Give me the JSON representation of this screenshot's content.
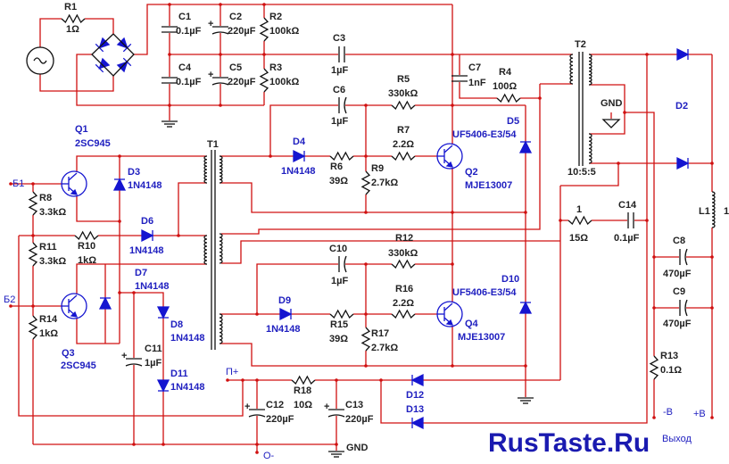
{
  "labels": {
    "R1": {
      "ref": "R1",
      "value": "1Ω"
    },
    "C1": {
      "ref": "C1",
      "value": "0.1µF"
    },
    "C2": {
      "ref": "C2",
      "value": "220µF"
    },
    "R2": {
      "ref": "R2",
      "value": "100kΩ"
    },
    "C4": {
      "ref": "C4",
      "value": "0.1µF"
    },
    "C5": {
      "ref": "C5",
      "value": "220µF"
    },
    "R3": {
      "ref": "R3",
      "value": "100kΩ"
    },
    "C3": {
      "ref": "C3",
      "value": "1µF"
    },
    "C6": {
      "ref": "C6",
      "value": "1µF"
    },
    "C7": {
      "ref": "C7",
      "value": "1nF"
    },
    "R4": {
      "ref": "R4",
      "value": "100Ω"
    },
    "R5": {
      "ref": "R5",
      "value": "330kΩ"
    },
    "R7": {
      "ref": "R7",
      "value": "2.2Ω"
    },
    "R6": {
      "ref": "R6",
      "value": "39Ω"
    },
    "R9": {
      "ref": "R9",
      "value": "2.7kΩ"
    },
    "D4": {
      "ref": "D4",
      "value": "1N4148"
    },
    "D5": {
      "ref": "D5",
      "value": "UF5406-E3/54"
    },
    "Q2": {
      "ref": "Q2",
      "value": "MJE13007"
    },
    "T1": {
      "ref": "T1"
    },
    "T2": {
      "ref": "T2",
      "ratio": "10:5:5"
    },
    "GND_T2": "GND",
    "D2": {
      "ref": "D2"
    },
    "L1": {
      "ref": "L1",
      "value": "1"
    },
    "Q1": {
      "ref": "Q1",
      "value": "2SC945"
    },
    "D3": {
      "ref": "D3",
      "value": "1N4148"
    },
    "R8": {
      "ref": "R8",
      "value": "3.3kΩ"
    },
    "D6": {
      "ref": "D6",
      "value": "1N4148"
    },
    "R10": {
      "ref": "R10",
      "value": "1kΩ"
    },
    "R11": {
      "ref": "R11",
      "value": "3.3kΩ"
    },
    "D7": {
      "ref": "D7",
      "value": "1N4148"
    },
    "R14": {
      "ref": "R14",
      "value": "1kΩ"
    },
    "Q3": {
      "ref": "Q3",
      "value": "2SC945"
    },
    "D8": {
      "ref": "D8",
      "value": "1N4148"
    },
    "C11": {
      "ref": "C11",
      "value": "1µF"
    },
    "D11": {
      "ref": "D11",
      "value": "1N4148"
    },
    "Rsn": {
      "ref": "1",
      "value": "15Ω"
    },
    "C14": {
      "ref": "C14",
      "value": "0.1µF"
    },
    "C8": {
      "ref": "C8",
      "value": "470µF"
    },
    "C9": {
      "ref": "C9",
      "value": "470µF"
    },
    "C10": {
      "ref": "C10",
      "value": "1µF"
    },
    "R12": {
      "ref": "R12",
      "value": "330kΩ"
    },
    "R16": {
      "ref": "R16",
      "value": "2.2Ω"
    },
    "R15": {
      "ref": "R15",
      "value": "39Ω"
    },
    "R17": {
      "ref": "R17",
      "value": "2.7kΩ"
    },
    "D9": {
      "ref": "D9",
      "value": "1N4148"
    },
    "D10": {
      "ref": "D10",
      "value": "UF5406-E3/54"
    },
    "Q4": {
      "ref": "Q4",
      "value": "MJE13007"
    },
    "R13": {
      "ref": "R13",
      "value": "0.1Ω"
    },
    "D12": {
      "ref": "D12"
    },
    "D13": {
      "ref": "D13"
    },
    "R18": {
      "ref": "R18",
      "value": "10Ω"
    },
    "C12": {
      "ref": "C12",
      "value": "220µF"
    },
    "C13": {
      "ref": "C13",
      "value": "220µF"
    }
  },
  "terminals": {
    "b1": "Б1",
    "b2": "Б2",
    "p_plus": "П+",
    "o_minus": "О-",
    "gnd": "GND",
    "minus_b": "-B",
    "plus_b": "+B",
    "output": "Выход"
  },
  "watermark": "RusTaste.Ru",
  "colors": {
    "wire": "#d01010",
    "component": "#111111",
    "semiconductor": "#1515d0",
    "watermark": "#1a1ab0"
  }
}
